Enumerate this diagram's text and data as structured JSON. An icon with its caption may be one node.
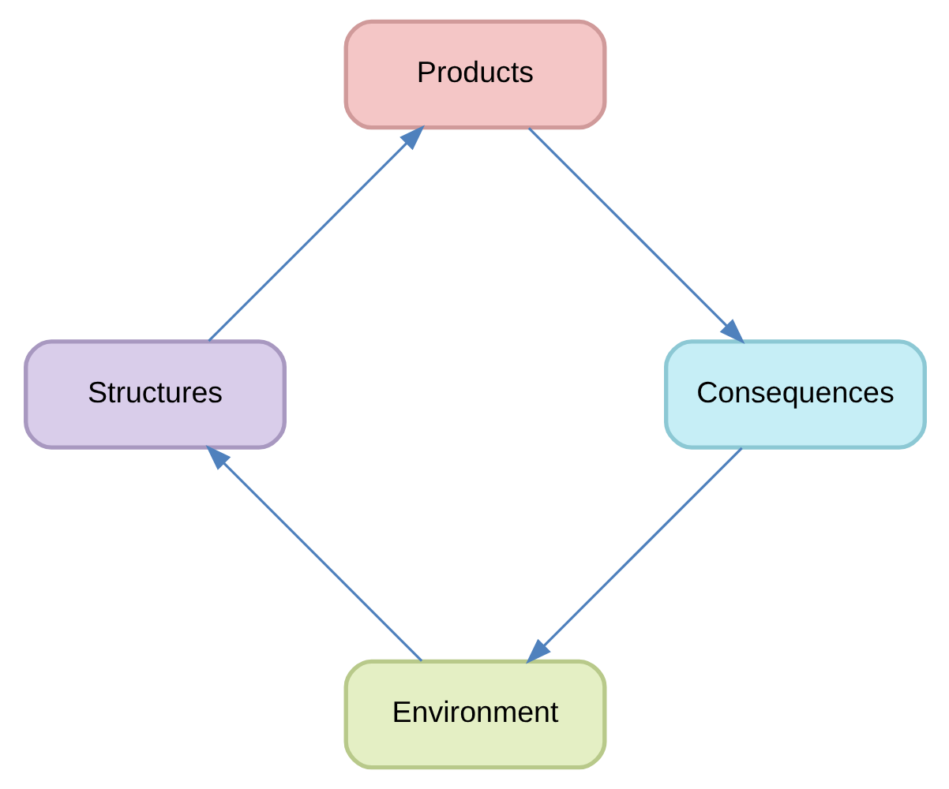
{
  "diagram": {
    "nodes": [
      {
        "text": [
          "Environment"
        ]
      },
      {
        "text": [
          "Structures"
        ]
      },
      {
        "text": [
          "Products"
        ]
      },
      {
        "text": [
          "Consequences"
        ]
      }
    ],
    "edges": [
      {
        "from": 0,
        "to": 1,
        "arrow": "to"
      },
      {
        "from": 1,
        "to": 2,
        "arrow": "to"
      },
      {
        "from": 2,
        "to": 3,
        "arrow": "to"
      },
      {
        "from": 3,
        "to": 0,
        "arrow": "to"
      }
    ]
  }
}
